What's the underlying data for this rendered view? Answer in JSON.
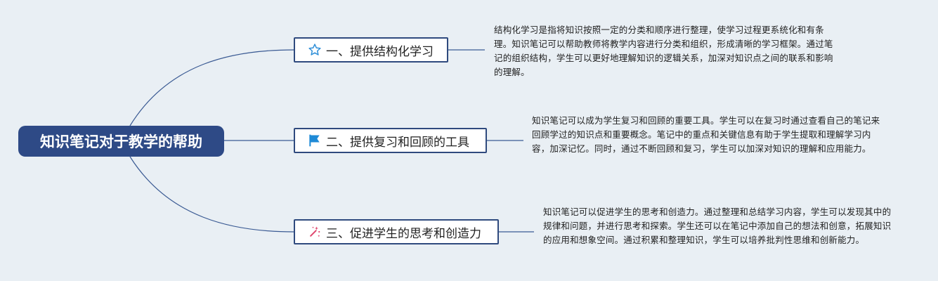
{
  "mindmap": {
    "root": {
      "label": "知识笔记对于教学的帮助"
    },
    "branches": [
      {
        "label": "一、提供结构化学习",
        "icon": "star-outline-icon",
        "icon_color": "#2f8fd8",
        "note": "结构化学习是指将知识按照一定的分类和顺序进行整理，使学习过程更系统化和有条理。知识笔记可以帮助教师将教学内容进行分类和组织，形成清晰的学习框架。通过笔记的组织结构，学生可以更好地理解知识的逻辑关系，加深对知识点之间的联系和影响的理解。"
      },
      {
        "label": "二、提供复习和回顾的工具",
        "icon": "flag-icon",
        "icon_color": "#1e8ad6",
        "note": "知识笔记可以成为学生复习和回顾的重要工具。学生可以在复习时通过查看自己的笔记来回顾学过的知识点和重要概念。笔记中的重点和关键信息有助于学生提取和理解学习内容，加深记忆。同时，通过不断回顾和复习，学生可以加深对知识的理解和应用能力。"
      },
      {
        "label": "三、促进学生的思考和创造力",
        "icon": "magic-wand-icon",
        "icon_color": "#e0456d",
        "note": "知识笔记可以促进学生的思考和创造力。通过整理和总结学习内容，学生可以发现其中的规律和问题，并进行思考和探索。学生还可以在笔记中添加自己的想法和创意，拓展知识的应用和想象空间。通过积累和整理知识，学生可以培养批判性思维和创新能力。"
      }
    ],
    "colors": {
      "background": "#e9eff4",
      "root_fill": "#2e4a86",
      "branch_border": "#2f4a7e",
      "connector": "#3a5a93"
    }
  }
}
